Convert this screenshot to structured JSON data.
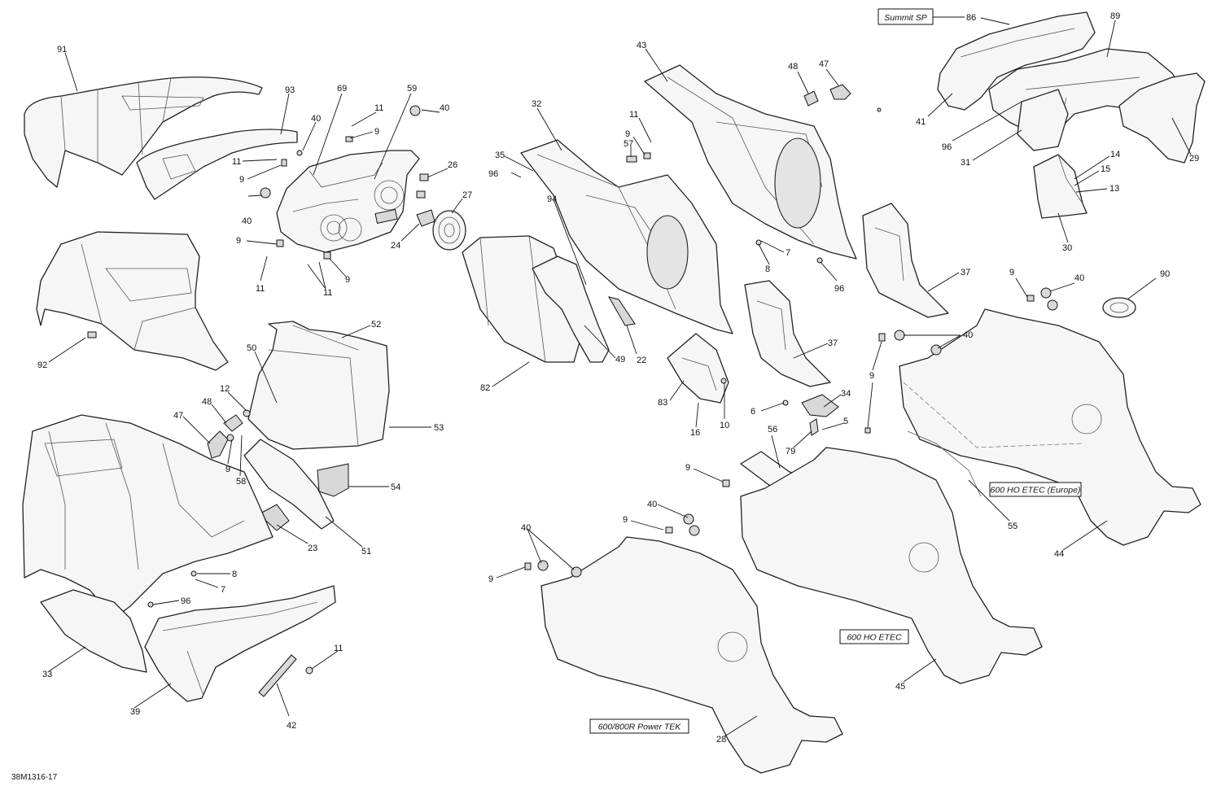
{
  "document_id": "38M1316-17",
  "variant_labels": {
    "summit_sp": "Summit SP",
    "etec_europe": "600 HO ETEC (Europe)",
    "etec": "600 HO ETEC",
    "power_tek": "600/800R Power TEK"
  },
  "callouts": {
    "c91": "91",
    "c93": "93",
    "c40a": "40",
    "c69": "69",
    "c59": "59",
    "c11a": "11",
    "c9a": "9",
    "c40b": "40",
    "c11b": "11",
    "c9b": "9",
    "c26": "26",
    "c40c": "40",
    "c27": "27",
    "c24": "24",
    "c9c": "9",
    "c11c": "11",
    "c11d": "11",
    "c9d": "9",
    "c92": "92",
    "c32": "32",
    "c35": "35",
    "c96a": "96",
    "c43": "43",
    "c11e": "11",
    "c9e": "9",
    "c57": "57",
    "c48a": "48",
    "c47a": "47",
    "c94": "94",
    "c49": "49",
    "c22": "22",
    "c82": "82",
    "c8a": "8",
    "c7a": "7",
    "c96b": "96",
    "c37a": "37",
    "c37b": "37",
    "c83": "83",
    "c16": "16",
    "c10": "10",
    "c6": "6",
    "c34": "34",
    "c5": "5",
    "c79": "79",
    "c86": "86",
    "c89": "89",
    "c41": "41",
    "c96c": "96",
    "c31": "31",
    "c29": "29",
    "c14": "14",
    "c15": "15",
    "c13": "13",
    "c30": "30",
    "c9f": "9",
    "c40d": "40",
    "c90": "90",
    "c40e": "40",
    "c9g": "9",
    "c52": "52",
    "c50": "50",
    "c53": "53",
    "c12": "12",
    "c48b": "48",
    "c47b": "47",
    "c9h": "9",
    "c58": "58",
    "c54": "54",
    "c23": "23",
    "c51": "51",
    "c8b": "8",
    "c7b": "7",
    "c96d": "96",
    "c33": "33",
    "c11f": "11",
    "c39": "39",
    "c42": "42",
    "c56": "56",
    "c9i": "9",
    "c55": "55",
    "c44": "44",
    "c40f": "40",
    "c9j": "9",
    "c40g": "40",
    "c9k": "9",
    "c45": "45",
    "c28": "28"
  }
}
